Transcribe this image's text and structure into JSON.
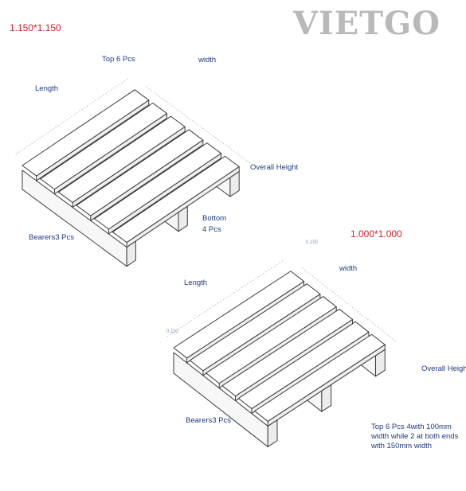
{
  "brand": {
    "logo_text": "VIETGO"
  },
  "pallet_1150": {
    "size_title": "1.150*1.150",
    "label_length": "Length",
    "label_width": "width",
    "label_top": "Top 6 Pcs",
    "label_overall_height": "Overall Height",
    "label_bottom_line1": "Bottom",
    "label_bottom_line2": "4 Pcs",
    "label_bearers": "Bearers3 Pcs"
  },
  "pallet_1000": {
    "size_title": "1.000*1.000",
    "label_length": "Length",
    "label_width": "width",
    "label_overall_height": "Overall Height",
    "label_bearers": "Bearers3 Pcs",
    "dim_top_board": "0.150",
    "dim_side_board": "0.152",
    "note_line1": "Top 6 Pcs 4with 100mm",
    "note_line2": "width while 2 at both ends",
    "note_line3": "with 150mm width"
  },
  "colors": {
    "title_red": "#d0202a",
    "label_blue": "#1f3a7a",
    "logo_gray": "#b9b9b9",
    "line": "#3a3a3a"
  }
}
